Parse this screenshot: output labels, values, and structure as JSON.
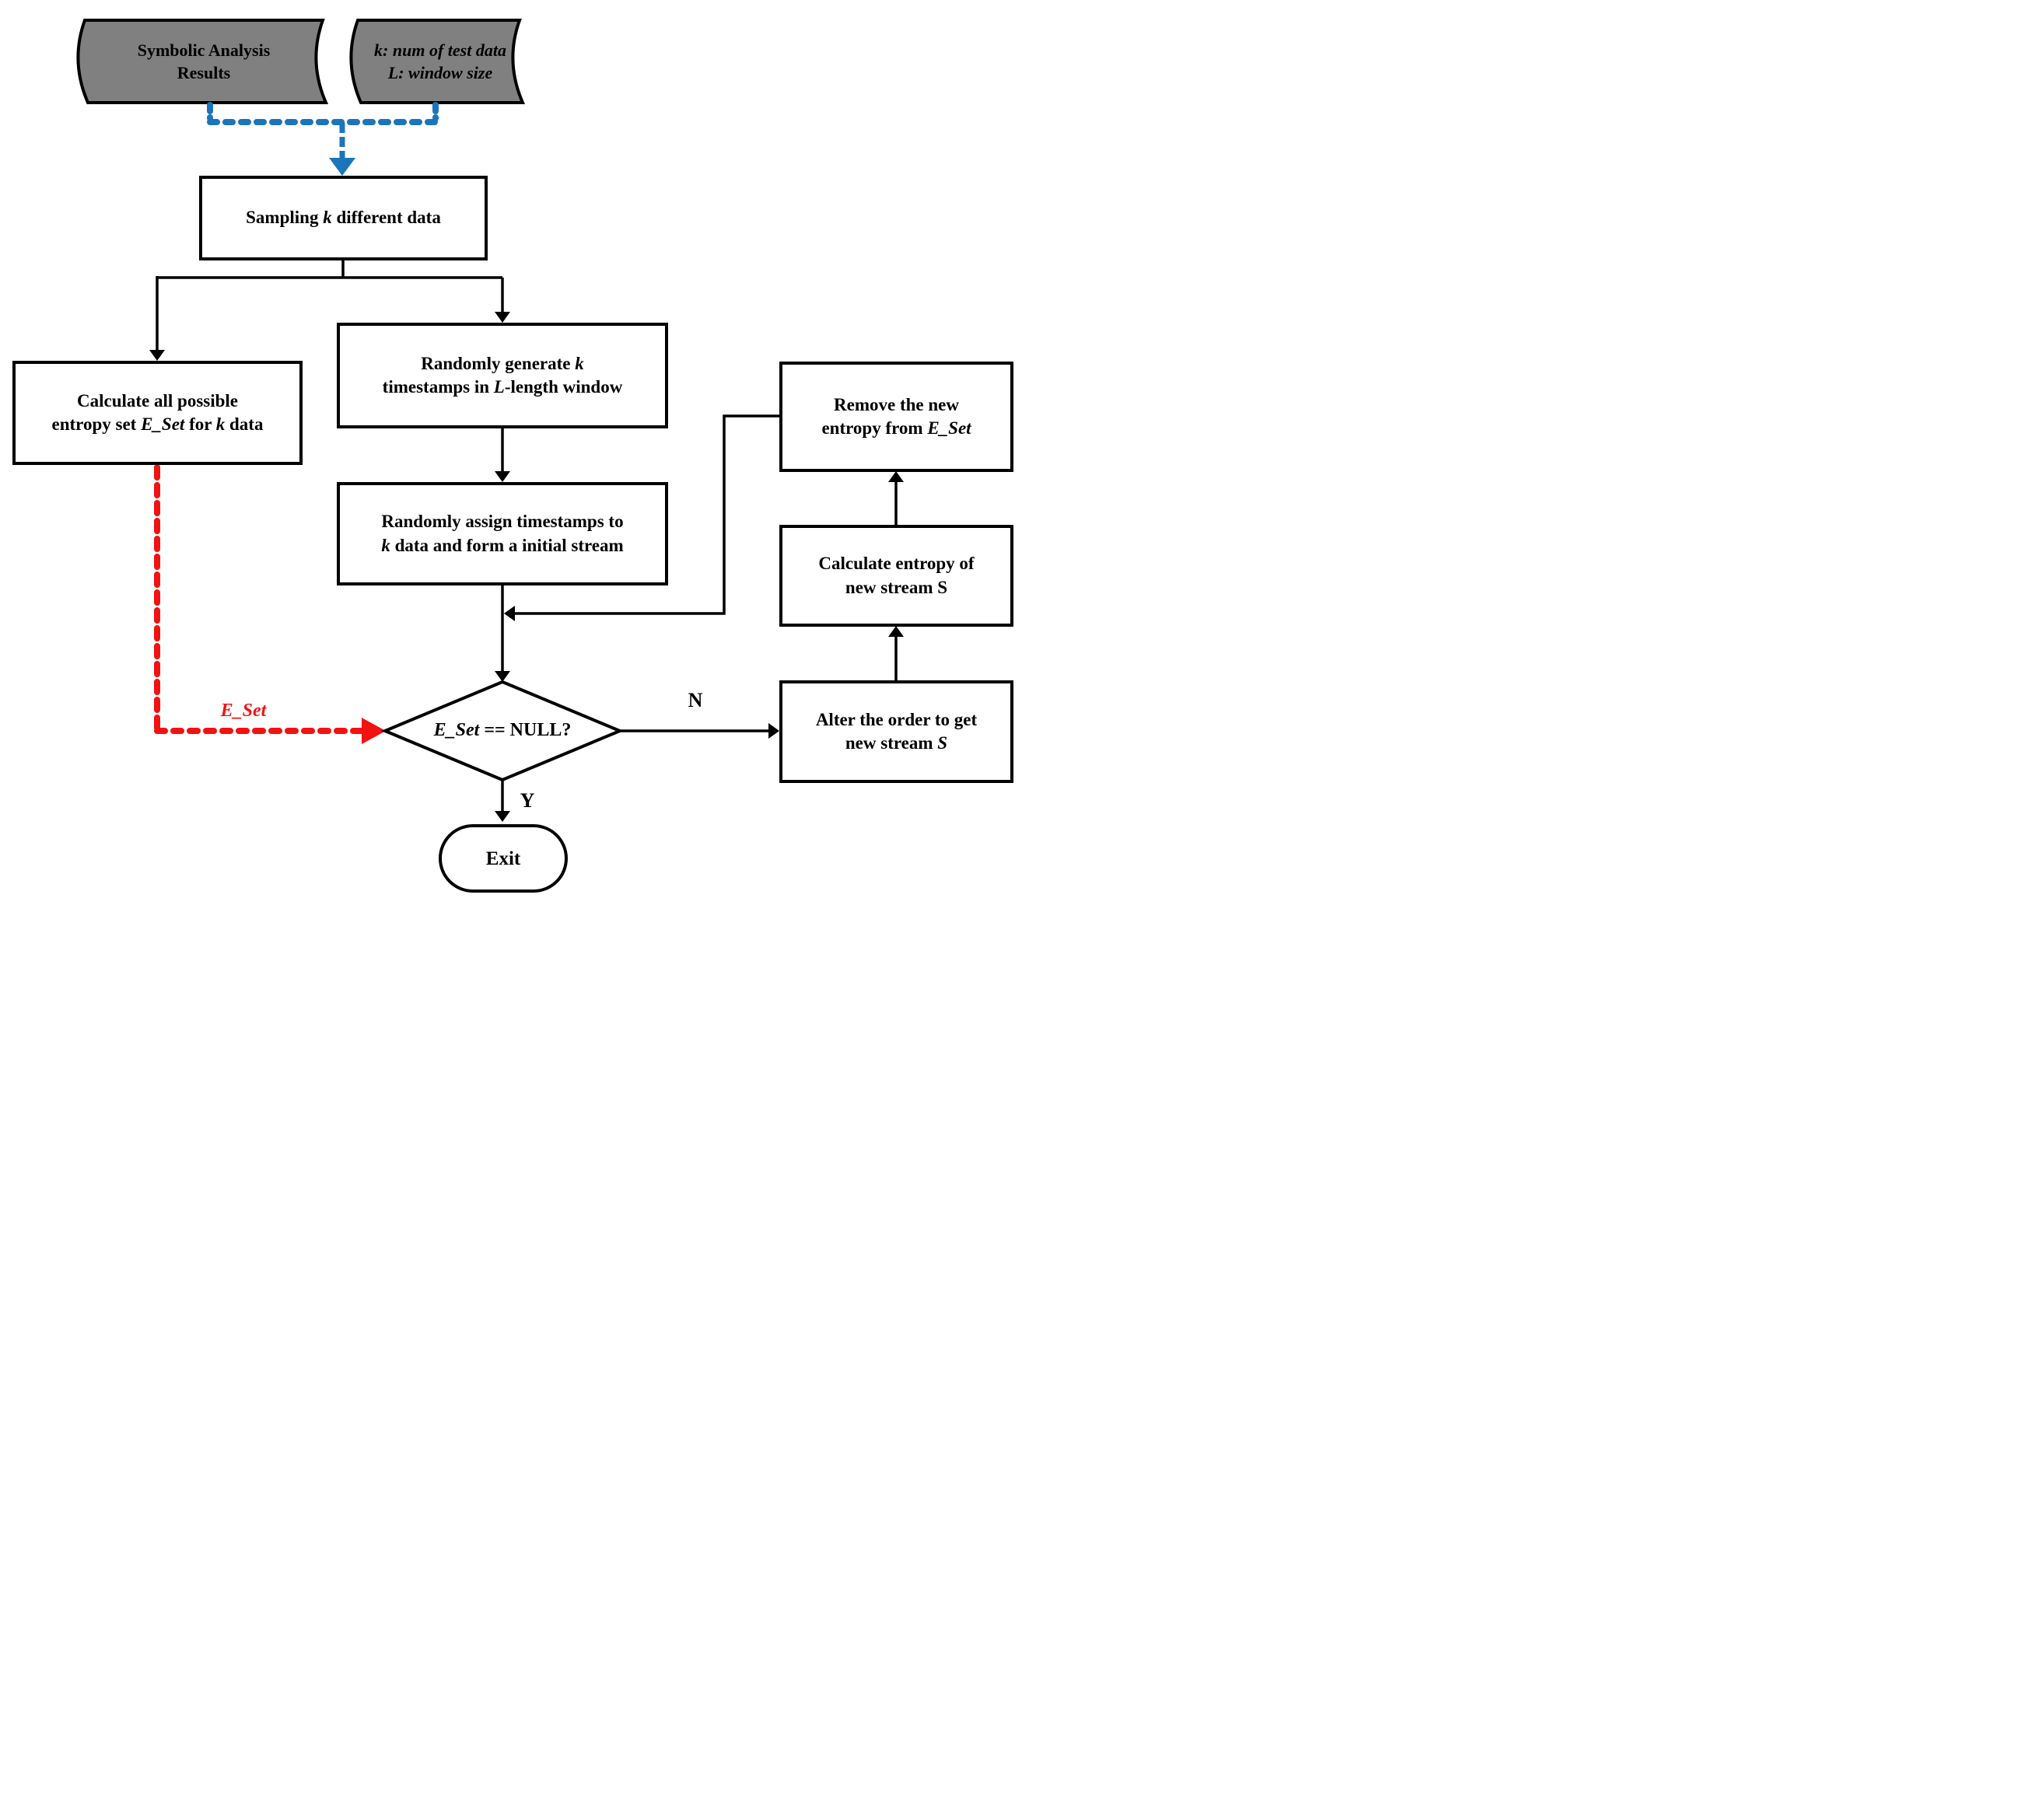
{
  "colors": {
    "accent_blue": "#1b75bc",
    "accent_red": "#f31111",
    "shape_gray": "#808080",
    "line_black": "#000000"
  },
  "nodes": {
    "symbolic_results": {
      "parts": [
        {
          "t": "Symbolic Analysis"
        },
        {
          "br": true
        },
        {
          "t": "Results"
        }
      ]
    },
    "input_params": {
      "parts": [
        {
          "t": "k: num of test data",
          "i": true
        },
        {
          "br": true
        },
        {
          "t": "L: window size",
          "i": true
        }
      ]
    },
    "sampling": {
      "parts": [
        {
          "t": "Sampling "
        },
        {
          "t": "k",
          "i": true
        },
        {
          "t": " different data"
        }
      ]
    },
    "calc_eset": {
      "parts": [
        {
          "t": "Calculate all possible"
        },
        {
          "br": true
        },
        {
          "t": "entropy set "
        },
        {
          "t": "E_Set",
          "i": true
        },
        {
          "t": " for "
        },
        {
          "t": "k",
          "i": true
        },
        {
          "t": " data"
        }
      ]
    },
    "generate": {
      "parts": [
        {
          "t": "Randomly generate "
        },
        {
          "t": "k",
          "i": true
        },
        {
          "br": true
        },
        {
          "t": "timestamps in "
        },
        {
          "t": "L",
          "i": true
        },
        {
          "t": "-length window"
        }
      ]
    },
    "assign": {
      "parts": [
        {
          "t": "Randomly assign timestamps to"
        },
        {
          "br": true
        },
        {
          "t": "k",
          "i": true
        },
        {
          "t": " data and form a initial stream"
        }
      ]
    },
    "decision": {
      "parts": [
        {
          "t": "E_Set",
          "i": true
        },
        {
          "t": " == NULL?"
        }
      ]
    },
    "alter": {
      "parts": [
        {
          "t": "Alter the order to get"
        },
        {
          "br": true
        },
        {
          "t": "new stream "
        },
        {
          "t": "S",
          "i": true
        }
      ]
    },
    "calc_entropy": {
      "parts": [
        {
          "t": "Calculate entropy of"
        },
        {
          "br": true
        },
        {
          "t": "new stream S"
        }
      ]
    },
    "remove": {
      "parts": [
        {
          "t": "Remove the new"
        },
        {
          "br": true
        },
        {
          "t": "entropy from "
        },
        {
          "t": "E_Set",
          "i": true
        }
      ]
    },
    "exit": {
      "parts": [
        {
          "t": "Exit"
        }
      ]
    }
  },
  "labels": {
    "no": "N",
    "yes": "Y",
    "eset_flow": "E_Set"
  }
}
